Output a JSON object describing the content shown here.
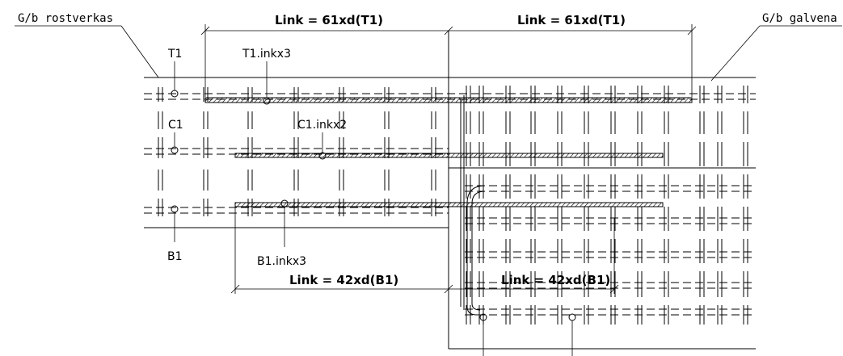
{
  "labels": {
    "rostverkas": "G/b rostverkas",
    "galvena": "G/b galvena",
    "t1": "T1",
    "c1": "C1",
    "b1": "B1",
    "t1_bar": "T1.inkx3",
    "c1_bar": "C1.inkx2",
    "b1_bar": "B1.inkx3"
  },
  "dimensions": {
    "link_top_left": "Link = 61xd(T1)",
    "link_top_right": "Link = 61xd(T1)",
    "link_bottom_left": "Link = 42xd(B1)",
    "link_bottom_right": "Link = 42xd(B1)"
  },
  "colors": {
    "line": "#000000",
    "background": "#ffffff"
  }
}
